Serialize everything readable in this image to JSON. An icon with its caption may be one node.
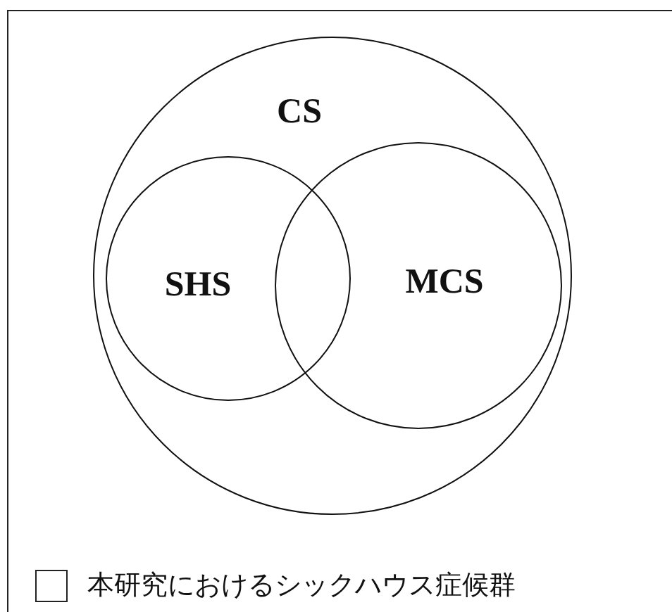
{
  "diagram": {
    "nodes": [
      {
        "text": [
          "CS"
        ]
      },
      {
        "text": [
          "SHS"
        ],
        "in": 0
      },
      {
        "text": [
          "MCS"
        ],
        "in": 0
      }
    ],
    "legend": [
      {
        "text": "本研究におけるシックハウス症候群",
        "color": "#ffffff"
      }
    ]
  }
}
